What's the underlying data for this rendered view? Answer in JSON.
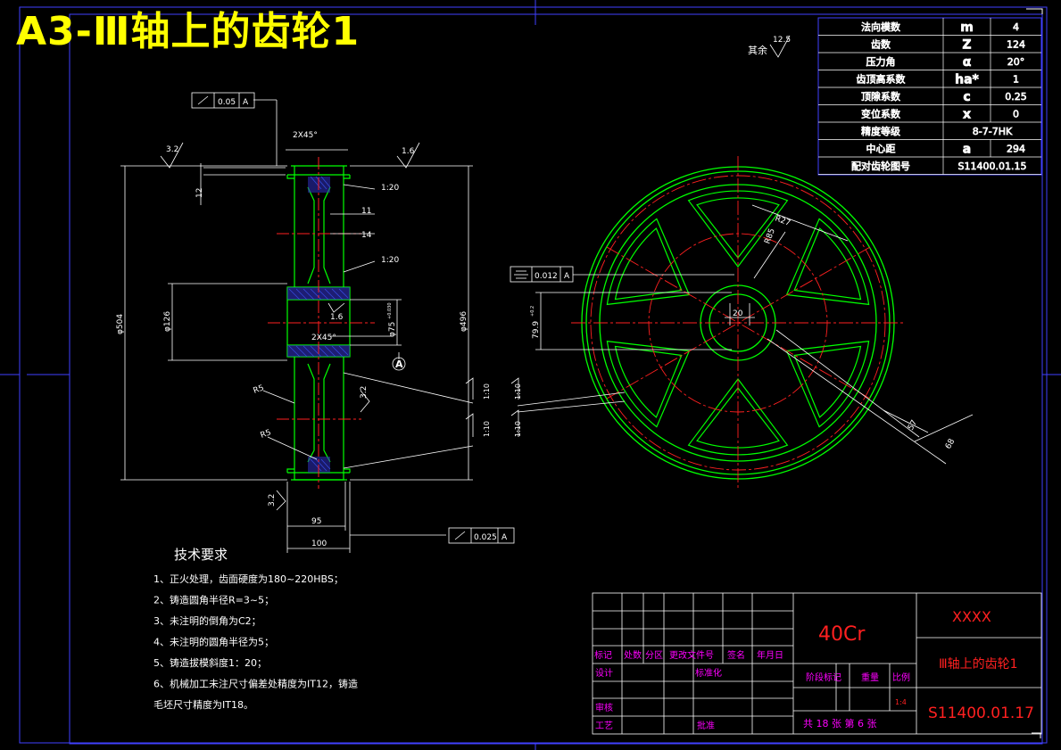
{
  "title": "A3-Ⅲ轴上的齿轮1",
  "params": [
    {
      "name": "法向模数",
      "sym": "m",
      "val": "4"
    },
    {
      "name": "齿数",
      "sym": "Z",
      "val": "124"
    },
    {
      "name": "压力角",
      "sym": "α",
      "val": "20°"
    },
    {
      "name": "齿顶高系数",
      "sym": "ha*",
      "val": "1"
    },
    {
      "name": "顶隙系数",
      "sym": "c",
      "val": "0.25"
    },
    {
      "name": "变位系数",
      "sym": "x",
      "val": "0"
    },
    {
      "name": "精度等级",
      "sym": "",
      "val": "8-7-7HK"
    },
    {
      "name": "中心距",
      "sym": "a",
      "val": "294"
    },
    {
      "name": "配对齿轮图号",
      "sym": "",
      "val": "S11400.01.15"
    }
  ],
  "roughness_other": "其余",
  "roughness_vals": {
    "main": "12.5",
    "r1": "3.2",
    "r2": "1.6",
    "r3": "1.6",
    "r4": "3.2",
    "r5": "3.2"
  },
  "tolerances": {
    "runout1": "0.05",
    "runout2": "0.025",
    "datum": "A",
    "sym_tol": "0.012"
  },
  "dims": {
    "chamfer_top": "2X45°",
    "slope1": "1:20",
    "slope2": "1:20",
    "d11": "11",
    "d14": "14",
    "d12": "12",
    "dia_outer": "φ504",
    "dia_root": "φ496",
    "dia_hub": "φ126",
    "dia_bore": "φ75",
    "bore_tol": "+0.030",
    "chamfer_hub": "2X45°",
    "r5a": "R5",
    "r5b": "R5",
    "w95": "95",
    "w100": "100",
    "s110a": "1:10",
    "s110b": "1:10",
    "s110c": "1:10",
    "s110d": "1:10",
    "kw": "20",
    "kh": "79.9",
    "kh_tol": "+0.2",
    "r27": "R27",
    "r85": "R85",
    "d57": "57",
    "d68": "68"
  },
  "tech_req": {
    "title": "技术要求",
    "items": [
      "1、正火处理，齿面硬度为180~220HBS；",
      "2、铸造圆角半径R=3~5；",
      "3、未注明的倒角为C2；",
      "4、未注明的圆角半径为5；",
      "5、铸造拔模斜度1：20；",
      "6、机械加工未注尺寸偏差处精度为IT12，铸造",
      "毛坯尺寸精度为IT18。"
    ]
  },
  "title_block": {
    "material": "40Cr",
    "company": "XXXX",
    "part_name": "Ⅲ轴上的齿轮1",
    "drawing_no": "S11400.01.17",
    "scale": "1:4",
    "sheets": "共 18 张  第 6 张",
    "labels": [
      "标记",
      "处数",
      "分区",
      "更改文件号",
      "签名",
      "年月日",
      "设计",
      "标准化",
      "审核",
      "工艺",
      "批准",
      "阶段标记",
      "重量",
      "比例"
    ]
  },
  "colors": {
    "green": "#00ff00",
    "red": "#ff2020",
    "blue": "#1a1aff",
    "yellow": "#ffff00",
    "magenta": "#ff00ff",
    "white": "#ffffff"
  }
}
